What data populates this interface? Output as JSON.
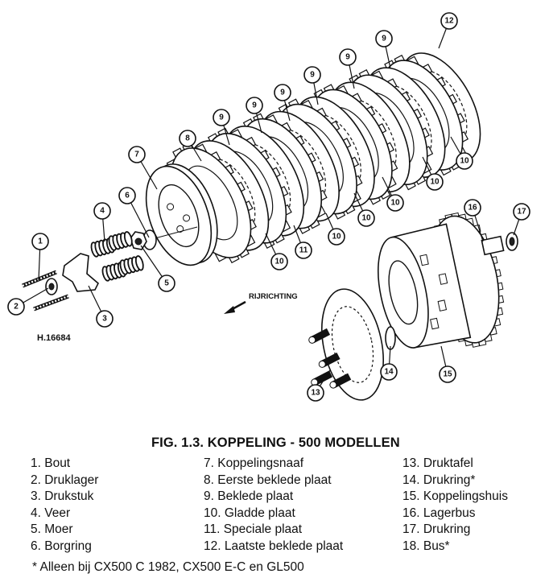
{
  "figure": {
    "title": "FIG. 1.3. KOPPELING - 500 MODELLEN",
    "drawing_code": "H.16684",
    "direction_label": "RIJRICHTING",
    "callouts": [
      "1",
      "2",
      "3",
      "4",
      "5",
      "6",
      "7",
      "8",
      "9",
      "9",
      "9",
      "9",
      "9",
      "9",
      "12",
      "10",
      "11",
      "10",
      "10",
      "10",
      "10",
      "10",
      "16",
      "17",
      "13",
      "14",
      "15"
    ],
    "legend": {
      "column1": [
        "1. Bout",
        "2. Druklager",
        "3. Drukstuk",
        "4. Veer",
        "5. Moer",
        "6. Borgring"
      ],
      "column2": [
        "7. Koppelingsnaaf",
        "8. Eerste beklede plaat",
        "9. Beklede plaat",
        "10. Gladde plaat",
        "11. Speciale plaat",
        "12. Laatste beklede plaat"
      ],
      "column3": [
        "13. Druktafel",
        "14. Drukring*",
        "15. Koppelingshuis",
        "16. Lagerbus",
        "17. Drukring",
        "18. Bus*"
      ]
    },
    "footnote": "* Alleen bij CX500 C 1982, CX500 E-C en GL500"
  }
}
